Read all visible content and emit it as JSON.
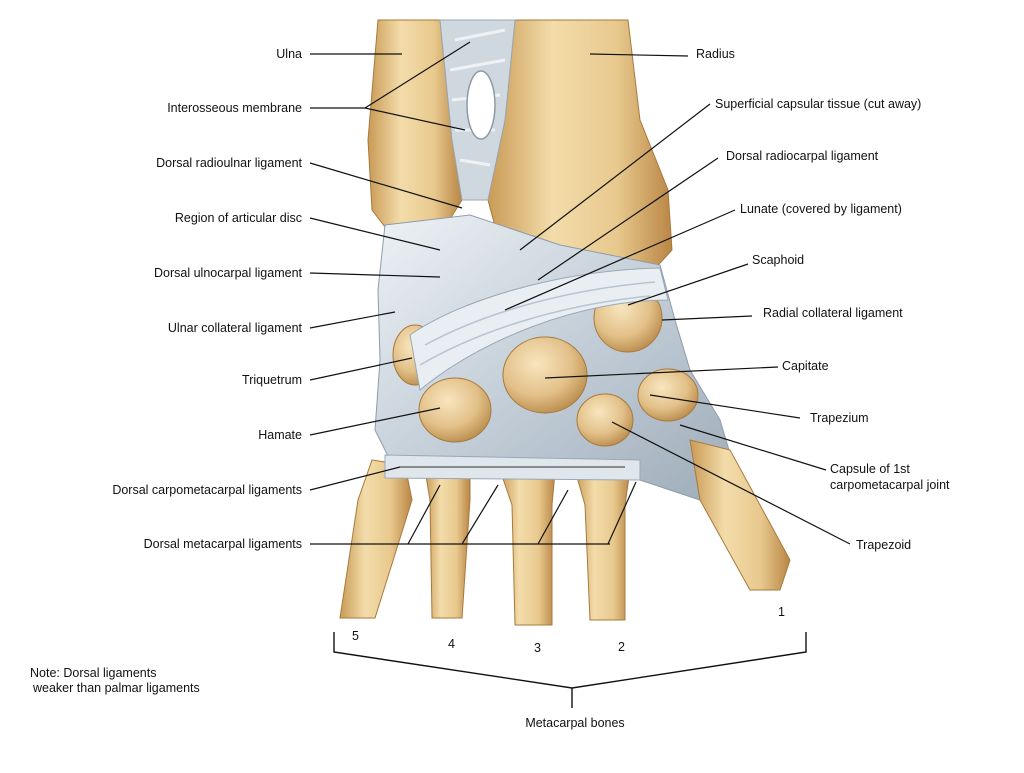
{
  "labels_left": [
    "Ulna",
    "Interosseous membrane",
    "Dorsal radioulnar ligament",
    "Region of articular disc",
    "Dorsal ulnocarpal ligament",
    "Ulnar collateral ligament",
    "Triquetrum",
    "Hamate",
    "Dorsal carpometacarpal ligaments",
    "Dorsal metacarpal ligaments"
  ],
  "labels_right": [
    "Radius",
    "Superficial capsular tissue (cut away)",
    "Dorsal radiocarpal ligament",
    "Lunate (covered by ligament)",
    "Scaphoid",
    "Radial collateral ligament",
    "Capitate",
    "Trapezium",
    "Capsule of 1st",
    "carpometacarpal joint",
    "Trapezoid"
  ],
  "metacarpal_numbers": [
    "5",
    "4",
    "3",
    "2",
    "1"
  ],
  "bracket_label": "Metacarpal bones",
  "note": {
    "line1": "Note: Dorsal ligaments",
    "line2": "weaker than palmar ligaments"
  },
  "colors": {
    "bone": "#e8c98e",
    "bone_shade": "#c99a55",
    "ligament": "#c9d3dc",
    "ligament_light": "#e6ecf1",
    "leader": "#111111"
  }
}
